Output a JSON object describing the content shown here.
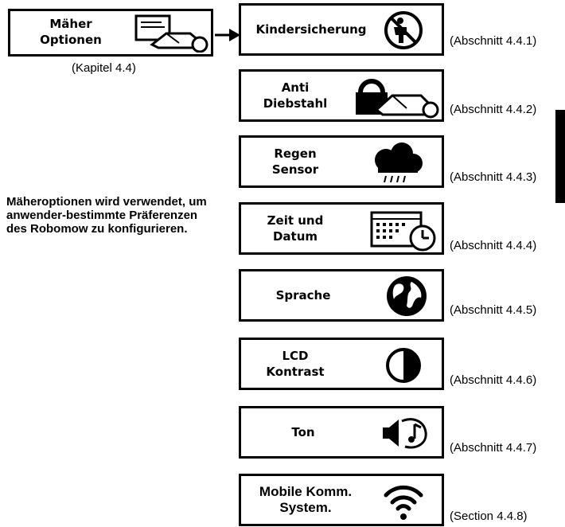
{
  "main_menu": {
    "label": "Mäher\nOptionen",
    "ref": "(Kapitel 4.4)",
    "icon": "mower-options-icon"
  },
  "description": "Mäheroptionen wird verwendet, um anwender-bestimmte Präferenzen des Robomow zu konfigurieren.",
  "items": [
    {
      "label": "Kindersicherung",
      "ref": "(Abschnitt 4.4.1)",
      "icon": "child-lock-icon"
    },
    {
      "label": "Anti\nDiebstahl",
      "ref": "(Abschnitt 4.4.2)",
      "icon": "anti-theft-icon"
    },
    {
      "label": "Regen\nSensor",
      "ref": "(Abschnitt 4.4.3)",
      "icon": "rain-cloud-icon"
    },
    {
      "label": "Zeit und\nDatum",
      "ref": "(Abschnitt 4.4.4)",
      "icon": "calendar-clock-icon"
    },
    {
      "label": "Sprache",
      "ref": "(Abschnitt 4.4.5)",
      "icon": "globe-icon"
    },
    {
      "label": "LCD\nKontrast",
      "ref": "(Abschnitt 4.4.6)",
      "icon": "contrast-icon"
    },
    {
      "label": "Ton",
      "ref": "(Abschnitt 4.4.7)",
      "icon": "speaker-note-icon"
    },
    {
      "label": "Mobile Komm.\nSystem.",
      "ref": "(Section 4.4.8)",
      "icon": "wifi-icon"
    }
  ]
}
